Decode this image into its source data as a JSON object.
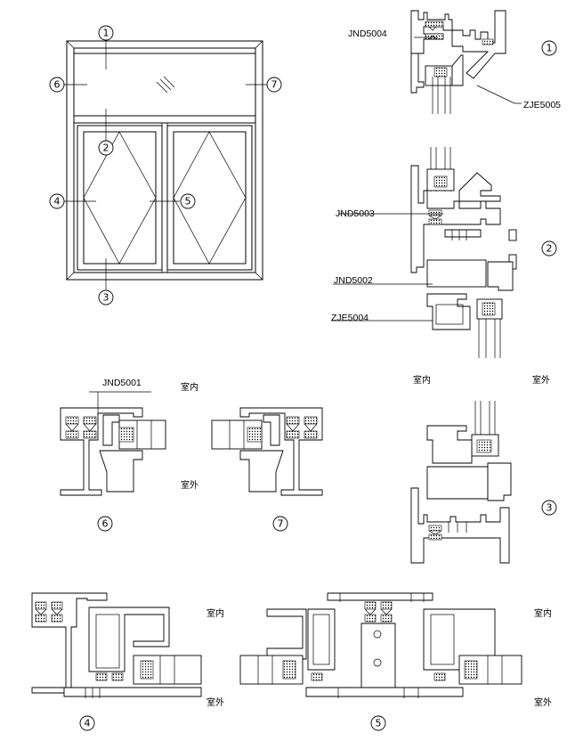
{
  "callouts": [
    "1",
    "2",
    "3",
    "4",
    "5",
    "6",
    "7"
  ],
  "profiles": {
    "jnd5004": "JND5004",
    "zje5005": "ZJE5005",
    "jnd5003": "JND5003",
    "jnd5002": "JND5002",
    "zje5004": "ZJE5004",
    "jnd5001": "JND5001"
  },
  "sides": {
    "indoor": "室内",
    "outdoor": "室外"
  }
}
